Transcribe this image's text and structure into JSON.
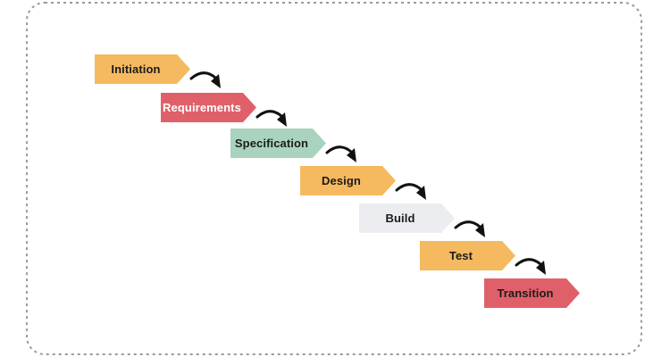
{
  "diagram": {
    "type": "waterfall-process",
    "background": "#ffffff",
    "border_color": "#9a9a9a",
    "arrow_color": "#111111",
    "stages": [
      {
        "label": "Initiation",
        "fill": "#F5B95F",
        "text_color": "#1b1b1b"
      },
      {
        "label": "Requirements",
        "fill": "#E0606A",
        "text_color": "#ffffff"
      },
      {
        "label": "Specification",
        "fill": "#A9D3BF",
        "text_color": "#1b1b1b"
      },
      {
        "label": "Design",
        "fill": "#F5B95F",
        "text_color": "#1b1b1b"
      },
      {
        "label": "Build",
        "fill": "#EBEDF0",
        "text_color": "#1b1b1b"
      },
      {
        "label": "Test",
        "fill": "#F5B95F",
        "text_color": "#1b1b1b"
      },
      {
        "label": "Transition",
        "fill": "#E0606A",
        "text_color": "#1b1b1b"
      }
    ]
  }
}
